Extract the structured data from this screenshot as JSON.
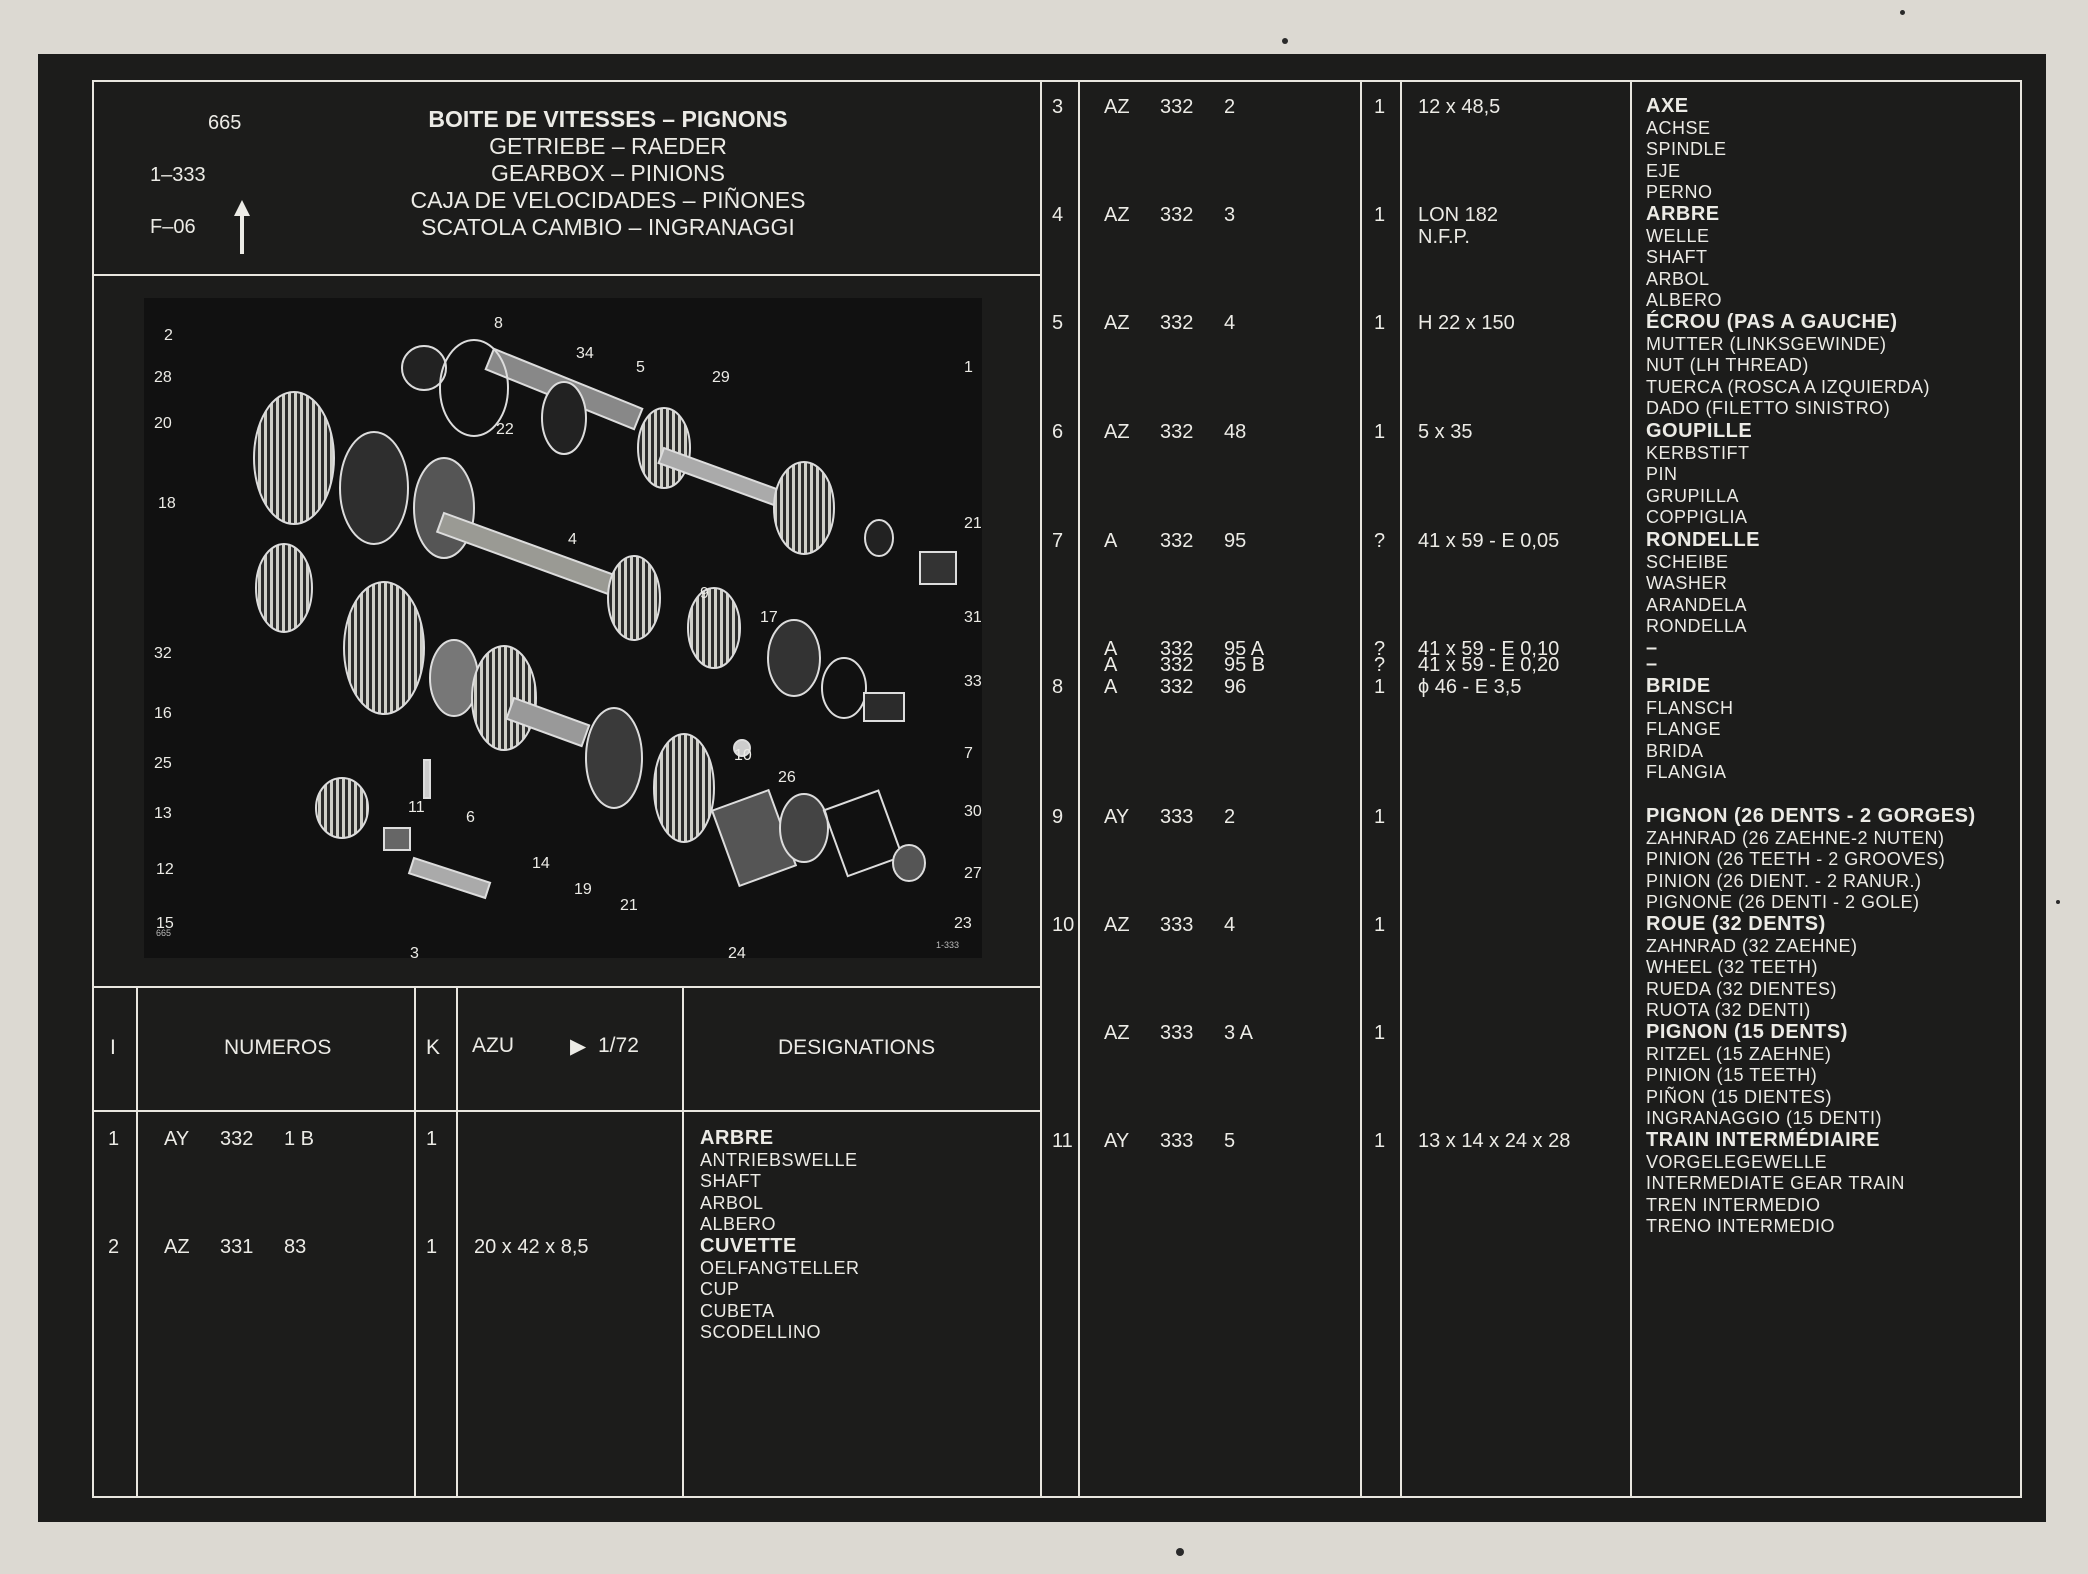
{
  "header": {
    "catalog_number": "665",
    "group": "1–333",
    "sheet": "F–06",
    "titles": [
      "BOITE DE VITESSES – PIGNONS",
      "GETRIEBE – RAEDER",
      "GEARBOX – PINIONS",
      "CAJA DE VELOCIDADES – PIÑONES",
      "SCATOLA CAMBIO – INGRANAGGI"
    ]
  },
  "figure": {
    "corner_left": "665",
    "corner_right": "1-333",
    "callouts": [
      "2",
      "8",
      "34",
      "5",
      "29",
      "1",
      "28",
      "20",
      "22",
      "4",
      "21",
      "18",
      "9",
      "17",
      "31",
      "32",
      "33",
      "16",
      "25",
      "10",
      "7",
      "13",
      "11",
      "26",
      "6",
      "30",
      "12",
      "14",
      "19",
      "21",
      "27",
      "15",
      "3",
      "24",
      "23"
    ]
  },
  "table_header": {
    "col_index": "I",
    "col_numbers": "NUMEROS",
    "col_qty": "K",
    "col_azu": "AZU",
    "col_ratio": "1/72",
    "col_designations": "DESIGNATIONS"
  },
  "left_rows": [
    {
      "idx": "1",
      "p1": "AY",
      "p2": "332",
      "p3": "1 B",
      "qty": "1",
      "dim": "",
      "lines": [
        "ARBRE",
        "ANTRIEBSWELLE",
        "SHAFT",
        "ARBOL",
        "ALBERO"
      ]
    },
    {
      "idx": "2",
      "p1": "AZ",
      "p2": "331",
      "p3": "83",
      "qty": "1",
      "dim": "20 x 42 x 8,5",
      "lines": [
        "CUVETTE",
        "OELFANGTELLER",
        "CUP",
        "CUBETA",
        "SCODELLINO"
      ]
    }
  ],
  "right_rows": [
    {
      "idx": "3",
      "p1": "AZ",
      "p2": "332",
      "p3": "2",
      "qty": "1",
      "dim": "12 x 48,5",
      "lines": [
        "AXE",
        "ACHSE",
        "SPINDLE",
        "EJE",
        "PERNO"
      ]
    },
    {
      "idx": "4",
      "p1": "AZ",
      "p2": "332",
      "p3": "3",
      "qty": "1",
      "dim": "LON 182",
      "dim2": "N.F.P.",
      "lines": [
        "ARBRE",
        "WELLE",
        "SHAFT",
        "ARBOL",
        "ALBERO"
      ]
    },
    {
      "idx": "5",
      "p1": "AZ",
      "p2": "332",
      "p3": "4",
      "qty": "1",
      "dim": "H 22 x 150",
      "lines": [
        "ÉCROU (PAS A GAUCHE)",
        "MUTTER (LINKSGEWINDE)",
        "NUT (LH THREAD)",
        "TUERCA (ROSCA A IZQUIERDA)",
        "DADO (FILETTO SINISTRO)"
      ]
    },
    {
      "idx": "6",
      "p1": "AZ",
      "p2": "332",
      "p3": "48",
      "qty": "1",
      "dim": "5 x 35",
      "lines": [
        "GOUPILLE",
        "KERBSTIFT",
        "PIN",
        "GRUPILLA",
        "COPPIGLIA"
      ]
    },
    {
      "idx": "7",
      "p1": "A",
      "p2": "332",
      "p3": "95",
      "qty": "?",
      "dim": "41 x 59 - E 0,05",
      "lines": [
        "RONDELLE",
        "SCHEIBE",
        "WASHER",
        "ARANDELA",
        "RONDELLA"
      ]
    },
    {
      "idx": "",
      "p1": "A",
      "p2": "332",
      "p3": "95 A",
      "qty": "?",
      "dim": "41 x 59 - E 0,10",
      "lines": [
        "–"
      ]
    },
    {
      "idx": "",
      "p1": "A",
      "p2": "332",
      "p3": "95 B",
      "qty": "?",
      "dim": "41 x 59 - E 0,20",
      "lines": [
        "–"
      ]
    },
    {
      "idx": "8",
      "p1": "A",
      "p2": "332",
      "p3": "96",
      "qty": "1",
      "dim": "ϕ 46 - E 3,5",
      "lines": [
        "BRIDE",
        "FLANSCH",
        "FLANGE",
        "BRIDA",
        "FLANGIA"
      ]
    },
    {
      "idx": "9",
      "p1": "AY",
      "p2": "333",
      "p3": "2",
      "qty": "1",
      "dim": "",
      "lines": [
        "PIGNON (26 DENTS - 2 GORGES)",
        "ZAHNRAD (26 ZAEHNE-2 NUTEN)",
        "PINION (26 TEETH - 2 GROOVES)",
        "PINION (26 DIENT. - 2 RANUR.)",
        "PIGNONE (26 DENTI - 2 GOLE)"
      ]
    },
    {
      "idx": "10",
      "p1": "AZ",
      "p2": "333",
      "p3": "4",
      "qty": "1",
      "dim": "",
      "lines": [
        "ROUE (32 DENTS)",
        "ZAHNRAD (32 ZAEHNE)",
        "WHEEL (32 TEETH)",
        "RUEDA (32 DIENTES)",
        "RUOTA (32 DENTI)"
      ]
    },
    {
      "idx": "",
      "p1": "AZ",
      "p2": "333",
      "p3": "3 A",
      "qty": "1",
      "dim": "",
      "lines": [
        "PIGNON (15 DENTS)",
        "RITZEL (15 ZAEHNE)",
        "PINION (15 TEETH)",
        "PIÑON (15 DIENTES)",
        "INGRANAGGIO (15 DENTI)"
      ]
    },
    {
      "idx": "11",
      "p1": "AY",
      "p2": "333",
      "p3": "5",
      "qty": "1",
      "dim": "13 x 14 x 24 x 28",
      "lines": [
        "TRAIN INTERMÉDIAIRE",
        "VORGELEGEWELLE",
        "INTERMEDIATE GEAR TRAIN",
        "TREN INTERMEDIO",
        "TRENO INTERMEDIO"
      ]
    }
  ]
}
